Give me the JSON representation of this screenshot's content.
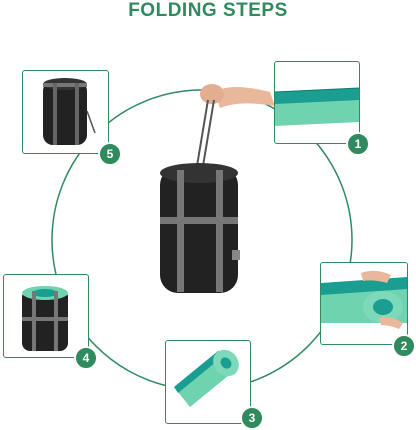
{
  "title": "FOLDING STEPS",
  "accent_color": "#2f8a5d",
  "steps": [
    {
      "number": "1",
      "description": "sleeping bag laid flat, folded"
    },
    {
      "number": "2",
      "description": "hands rolling sleeping bag"
    },
    {
      "number": "3",
      "description": "rolled sleeping bag"
    },
    {
      "number": "4",
      "description": "rolled bag inside compression sack"
    },
    {
      "number": "5",
      "description": "compressed stuff sack"
    }
  ],
  "center_image": "hand holding compressed stuff sack"
}
